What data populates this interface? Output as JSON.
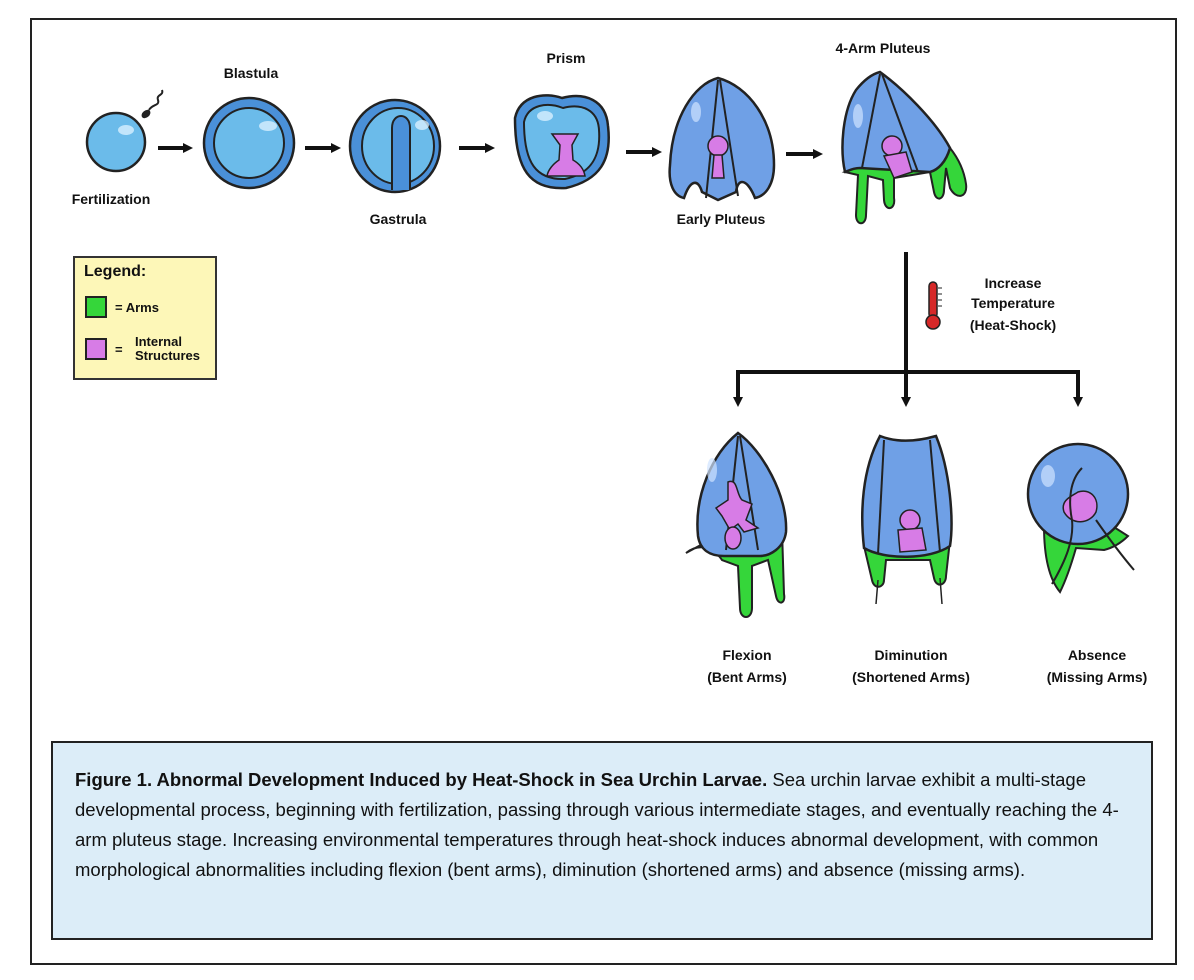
{
  "stages": {
    "fertilization": "Fertilization",
    "blastula": "Blastula",
    "gastrula": "Gastrula",
    "prism": "Prism",
    "early_pluteus": "Early Pluteus",
    "four_arm_pluteus": "4-Arm Pluteus"
  },
  "heat_shock": {
    "line1": "Increase",
    "line2": "Temperature",
    "line3": "(Heat-Shock)"
  },
  "outcomes": {
    "flexion": {
      "name": "Flexion",
      "desc": "(Bent Arms)"
    },
    "diminution": {
      "name": "Diminution",
      "desc": "(Shortened Arms)"
    },
    "absence": {
      "name": "Absence",
      "desc": "(Missing Arms)"
    }
  },
  "legend": {
    "title": "Legend:",
    "arms": "= Arms",
    "internal_eq": "=",
    "internal_line1": "Internal",
    "internal_line2": "Structures"
  },
  "colors": {
    "body_blue": "#6fa0e6",
    "arm_green": "#35d63a",
    "internal_pink": "#d77ce6",
    "legend_bg": "#fdf7b8",
    "caption_bg": "#dcedf8",
    "thermometer_red": "#d62828"
  },
  "caption": {
    "bold": "Figure 1. Abnormal Development Induced by Heat-Shock in Sea Urchin Larvae.",
    "text": " Sea urchin larvae exhibit a multi-stage developmental process, beginning with fertilization, passing through various intermediate stages, and eventually reaching the 4-arm pluteus stage. Increasing environmental temperatures through heat-shock induces abnormal development, with common morphological abnormalities including flexion (bent arms), diminution (shortened arms) and absence (missing arms)."
  }
}
